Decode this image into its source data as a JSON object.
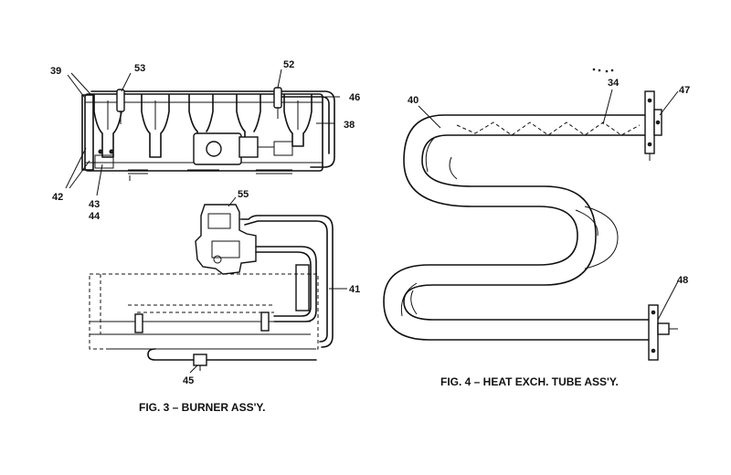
{
  "figures": {
    "fig3": {
      "caption": "FIG. 3 – BURNER ASS'Y.",
      "callouts": {
        "c39": "39",
        "c53": "53",
        "c52": "52",
        "c46": "46",
        "c38": "38",
        "c42": "42",
        "c43": "43",
        "c44": "44",
        "c55": "55",
        "c41": "41",
        "c45": "45"
      }
    },
    "fig4": {
      "caption": "FIG. 4 – HEAT EXCH. TUBE ASS'Y.",
      "callouts": {
        "c40": "40",
        "c34": "34",
        "c47": "47",
        "c48": "48"
      }
    }
  }
}
